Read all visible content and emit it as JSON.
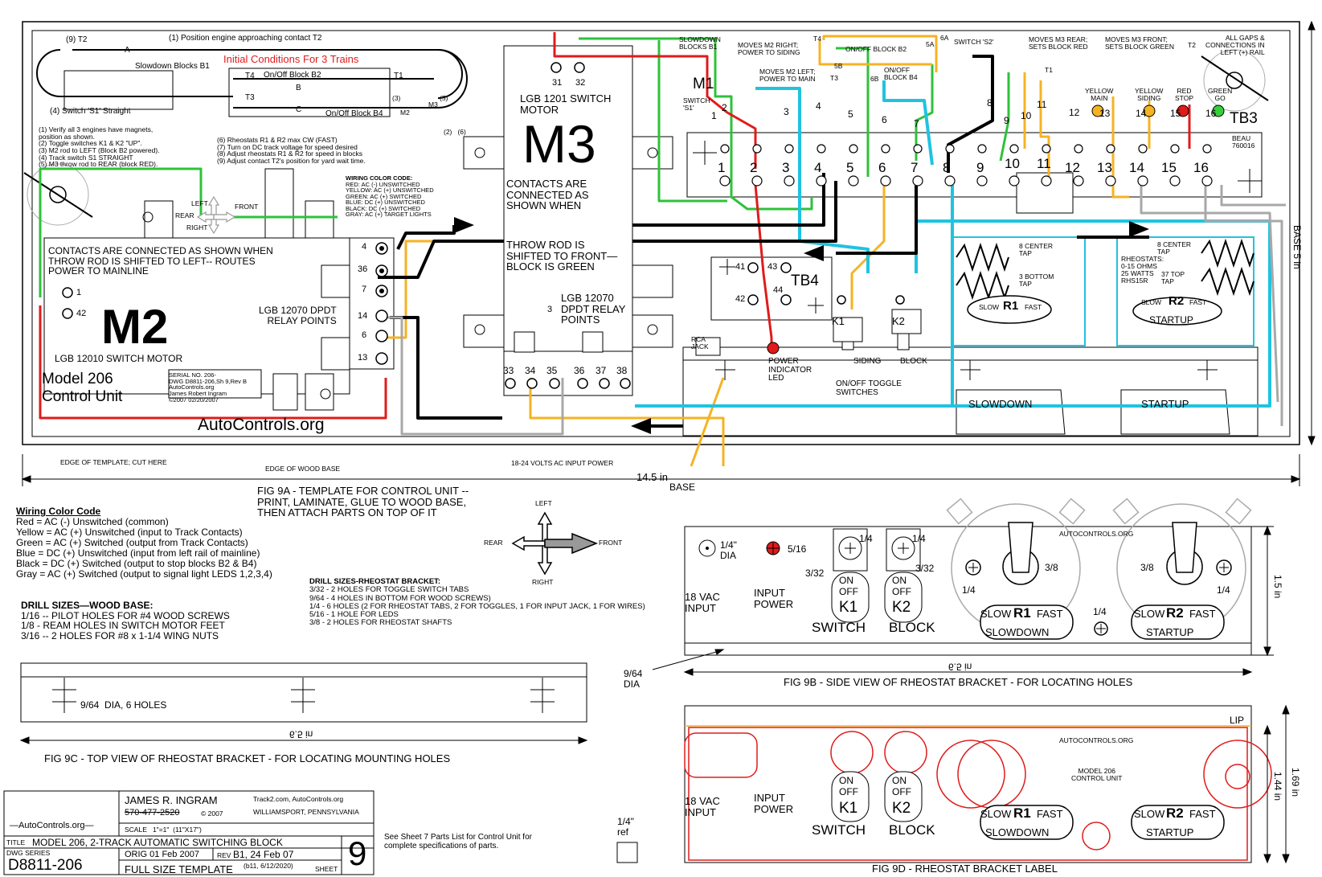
{
  "colors": {
    "red": "#e01b1b",
    "yellow": "#f5b323",
    "green": "#2ec23a",
    "blue": "#1fc3e0",
    "black": "#000000",
    "gray": "#a8a8a8",
    "led_yellow": "#f5b323",
    "led_red": "#e01b1b",
    "led_green": "#36d13a"
  },
  "layout_top": {
    "t2_label": "(9) T2",
    "position_engine": "(1) Position engine approaching contact T2",
    "slowdown_blocks": "Slowdown Blocks B1",
    "initial_conditions": "Initial Conditions For 3 Trains",
    "t4": "T4",
    "t1": "T1",
    "t3": "T3",
    "on_off_b2": "On/Off Block B2",
    "on_off_b4": "On/Off Block B4",
    "block_a": "A",
    "block_b": "B",
    "block_c": "C",
    "switch_s1": "(4) Switch 'S1' Straight",
    "m2_small": "M2",
    "m3_small": "M3",
    "inset_3": "(3)",
    "inset_5": "(5)",
    "steps_2_6": "(2)   (6)"
  },
  "instructions_left": [
    "(1)      Verify all 3 engines have magnets,",
    "position as shown.",
    "(2)        Toggle switches K1 & K2 \"UP\".",
    "(3)        M2 rod to LEFT (Block B2 powered).",
    "(4)        Track switch S1 STRAIGHT",
    "(5)        M3 throw rod to REAR (block RED)."
  ],
  "instructions_right": [
    "(6) Rheostats R1 & R2 max CW (FAST)",
    "(7) Turn on DC track voltage for speed desired",
    "(8) Adjust rheostats R1 & R2 for speed in blocks",
    "(9) Adjust contact T2's position for yard wait time."
  ],
  "wiring_code_small": {
    "title": "WIRING COLOR CODE:",
    "lines": [
      "RED: AC (-) UNSWITCHED",
      "YELLOW: AC (+) UNSWITCHED",
      "GREEN: AC (+) SWITCHED",
      "BLUE: DC (+) UNSWITCHED",
      "BLACK: DC (+) SWITCHED",
      "GRAY: AC (+) TARGET LIGHTS"
    ]
  },
  "direction": {
    "left": "LEFT",
    "front": "FRONT",
    "rear": "REAR",
    "right": "RIGHT"
  },
  "m2": {
    "contacts_text": "CONTACTS ARE CONNECTED AS SHOWN WHEN\nTHROW ROD IS SHIFTED TO LEFT-- ROUTES\nPOWER TO MAINLINE",
    "name": "M2",
    "motor": "LGB 12010 SWITCH MOTOR",
    "relay": "LGB 12070 DPDT\nRELAY POINTS",
    "terms": [
      "4",
      "36",
      "7",
      "14",
      "6",
      "13",
      "1",
      "42"
    ]
  },
  "model_unit": {
    "line1": "Model 206",
    "line2": "Control Unit"
  },
  "serial": [
    "SERIAL NO. 206-",
    "DWG D8811-206,Sh 9,Rev B",
    "AutoControls.org",
    "James Robert Ingram",
    "©2007    02/20/2007"
  ],
  "site": "AutoControls.org",
  "m3": {
    "terms_top": [
      "31",
      "32"
    ],
    "motor": "LGB 1201 SWITCH\nMOTOR",
    "name": "M3",
    "contacts": "CONTACTS ARE\nCONNECTED AS\nSHOWN WHEN",
    "throw": "THROW ROD IS\nSHIFTED TO FRONT—\nBLOCK IS GREEN",
    "relay": "LGB 12070\nDPDT RELAY\nPOINTS",
    "relay_num": "3",
    "terms_bottom": [
      "33",
      "34",
      "35",
      "36",
      "37",
      "38"
    ]
  },
  "right_top": {
    "slowdown_b1": "SLOWDOWN\nBLOCKS B1",
    "moves_m2_right": "MOVES M2 RIGHT;\nPOWER TO SIDING",
    "moves_m2_left": "MOVES M2 LEFT;\nPOWER TO MAIN",
    "on_off_b2": "ON/OFF BLOCK B2",
    "on_off_b4": "ON/OFF\nBLOCK B4",
    "switch_s2": "SWITCH 'S2'",
    "moves_m3_rear": "MOVES M3 REAR;\nSETS BLOCK RED",
    "moves_m3_front": "MOVES M3 FRONT;\nSETS BLOCK GREEN",
    "all_gaps": "ALL GAPS &\nCONNECTIONS IN\nLEFT (+) RAIL",
    "t4": "T4",
    "t3": "T3",
    "t1": "T1",
    "t2": "T2",
    "m1": "M1",
    "switch_s1": "SWITCH\n'S1'",
    "num_5b": "5B",
    "num_6b": "6B",
    "num_6a": "6A",
    "num_5a": "5A",
    "wire_nums": [
      "1",
      "2",
      "3",
      "4",
      "5",
      "6",
      "7",
      "8",
      "9",
      "10",
      "11",
      "12",
      "13",
      "14",
      "15",
      "16"
    ],
    "led_labels": [
      "YELLOW\nMAIN",
      "YELLOW\nSIDING",
      "RED\nSTOP",
      "GREEN\nGO"
    ],
    "tb3": "TB3",
    "beau": "BEAU\n760016"
  },
  "tb3_terms": [
    "1",
    "2",
    "3",
    "4",
    "5",
    "6",
    "7",
    "8",
    "9",
    "10",
    "11",
    "12",
    "13",
    "14",
    "15",
    "16"
  ],
  "tb4": {
    "name": "TB4",
    "terms": [
      "41",
      "43",
      "42",
      "44"
    ]
  },
  "rheostats": {
    "r1_center": "8 CENTER\nTAP",
    "r1_bottom": "3 BOTTOM\nTAP",
    "r1_slow": "SLOW",
    "r1_name": "R1",
    "r1_fast": "FAST",
    "r2_center": "8 CENTER\nTAP",
    "r2_top": "37 TOP\nTAP",
    "r2_spec": "RHEOSTATS:\n0-15 OHMS\n25 WATTS\nRHS15R",
    "r2_slow": "SLOW",
    "r2_name": "R2",
    "r2_fast": "FAST",
    "r2_startup": "STARTUP"
  },
  "k_switches": {
    "k1": "K1",
    "k2": "K2"
  },
  "bracket_labels": {
    "rca": "RCA\nJACK",
    "power_led": "POWER\nINDICATOR\nLED",
    "siding": "SIDING",
    "block": "BLOCK",
    "on_off_toggles": "ON/OFF TOGGLE\nSWITCHES",
    "slowdown": "SLOWDOWN",
    "startup": "STARTUP"
  },
  "dims": {
    "edge_template": "EDGE OF TEMPLATE; CUT HERE",
    "edge_wood": "EDGE OF WOOD BASE",
    "input_power": "18-24 VOLTS AC INPUT POWER",
    "base_w": "14.5 in",
    "base_label": "BASE",
    "base_h": "BASE 5 in"
  },
  "fig9a": "FIG 9A - TEMPLATE FOR CONTROL UNIT --\nPRINT, LAMINATE, GLUE TO WOOD BASE,\nTHEN ATTACH PARTS ON TOP OF IT",
  "wiring_code": {
    "title": "Wiring Color Code",
    "lines": [
      "Red = AC (-) Unswitched (common)",
      "Yellow =  AC (+) Unswitched (input to Track Contacts)",
      "Green =  AC (+) Switched (output from Track Contacts)",
      "Blue = DC (+) Unswitched (input from left rail of mainline)",
      "Black = DC (+) Switched (output to stop blocks B2 & B4)",
      "Gray = AC (+) Switched (output to  signal light LEDS 1,2,3,4)"
    ]
  },
  "compass": {
    "left": "LEFT",
    "rear": "REAR",
    "front": "FRONT",
    "right": "RIGHT"
  },
  "drill_wood": {
    "title": "DRILL SIZES—WOOD BASE:",
    "lines": [
      "1/16 -- PILOT HOLES FOR #4 WOOD SCREWS",
      "1/8 -     REAM HOLES IN SWITCH MOTOR FEET",
      "3/16 -- 2 HOLES FOR #8 x 1-1/4 WING NUTS"
    ]
  },
  "drill_rheo": {
    "title": "DRILL SIZES-RHEOSTAT BRACKET:",
    "lines": [
      "3/32 - 2 HOLES FOR TOGGLE SWITCH TABS",
      "9/64 - 4 HOLES IN BOTTOM FOR WOOD SCREWS)",
      "1/4 - 6 HOLES (2 FOR RHEOSTAT TABS, 2 FOR  TOGGLES, 1 FOR INPUT JACK, 1 FOR WIRES)",
      "5/16 - 1 HOLE FOR  LEDS",
      "3/8 - 2 HOLES FOR RHEOSTAT SHAFTS"
    ]
  },
  "fig9b": {
    "dia14": "1/4\"\nDIA",
    "s516": "5/16",
    "v18": "18 VAC\nINPUT",
    "input_power": "INPUT\nPOWER",
    "q14a": "1/4",
    "q14b": "1/4",
    "q332a": "3/32",
    "q332b": "3/32",
    "on": "ON",
    "off": "OFF",
    "k1": "K1",
    "k2": "K2",
    "switch": "SWITCH",
    "block": "BLOCK",
    "q38a": "3/8",
    "q38b": "3/8",
    "q14c": "1/4",
    "q14d": "1/4",
    "q14e": "1/4",
    "brand": "AUTOCONTROLS.ORG",
    "slow": "SLOW",
    "fast": "FAST",
    "r1": "R1",
    "r2": "R2",
    "slowdown": "SLOWDOWN",
    "startup": "STARTUP",
    "h15": "1.5 in",
    "w65": "6.5 in",
    "caption": "FIG 9B - SIDE VIEW OF RHEOSTAT BRACKET - FOR LOCATING HOLES",
    "dia964": "9/64\nDIA"
  },
  "fig9c": {
    "holes": "9/64  DIA, 6 HOLES",
    "w65": "6.5 in",
    "caption": "FIG 9C - TOP VIEW OF RHEOSTAT BRACKET - FOR LOCATING MOUNTING HOLES"
  },
  "fig9d": {
    "lip": "LIP",
    "h169": "1.69 in",
    "h144": "1.44 in",
    "brand": "AUTOCONTROLS.ORG",
    "model": "MODEL 206\nCONTROL UNIT",
    "v18": "18 VAC\nINPUT",
    "input_power": "INPUT\nPOWER",
    "on": "ON",
    "off": "OFF",
    "k1": "K1",
    "k2": "K2",
    "switch": "SWITCH",
    "block": "BLOCK",
    "slow": "SLOW",
    "fast": "FAST",
    "r1": "R1",
    "r2": "R2",
    "slowdown": "SLOWDOWN",
    "startup": "STARTUP",
    "caption": "FIG 9D - RHEOSTAT BRACKET LABEL"
  },
  "ref": {
    "label": "1/4\"\nref"
  },
  "title_block": {
    "logo": "—AutoControls.org—",
    "author": "JAMES R. INGRAM",
    "phone": "570-477-2520",
    "copyright": "© 2007",
    "site1": "Track2.com, AutoControls.org",
    "city": "WILLIAMSPORT, PENNSYLVANIA",
    "scale": "SCALE   1\"=1\"  (11\"X17\")",
    "title_label": "TITLE",
    "title": "MODEL 206, 2-TRACK AUTOMATIC SWITCHING BLOCK",
    "dwg_series": "DWG SERIES",
    "orig": "ORIG 01 Feb 2007",
    "rev_label": "REV",
    "rev": "B1, 24 Feb 07",
    "dwg_no": "D8811-206",
    "full_size": "FULL SIZE TEMPLATE",
    "b11": "(b11, 6/12/2020)",
    "sheet_label": "SHEET",
    "sheet": "9",
    "parts": "See Sheet 7 Parts List for Control Unit for\ncomplete specifications of parts."
  }
}
